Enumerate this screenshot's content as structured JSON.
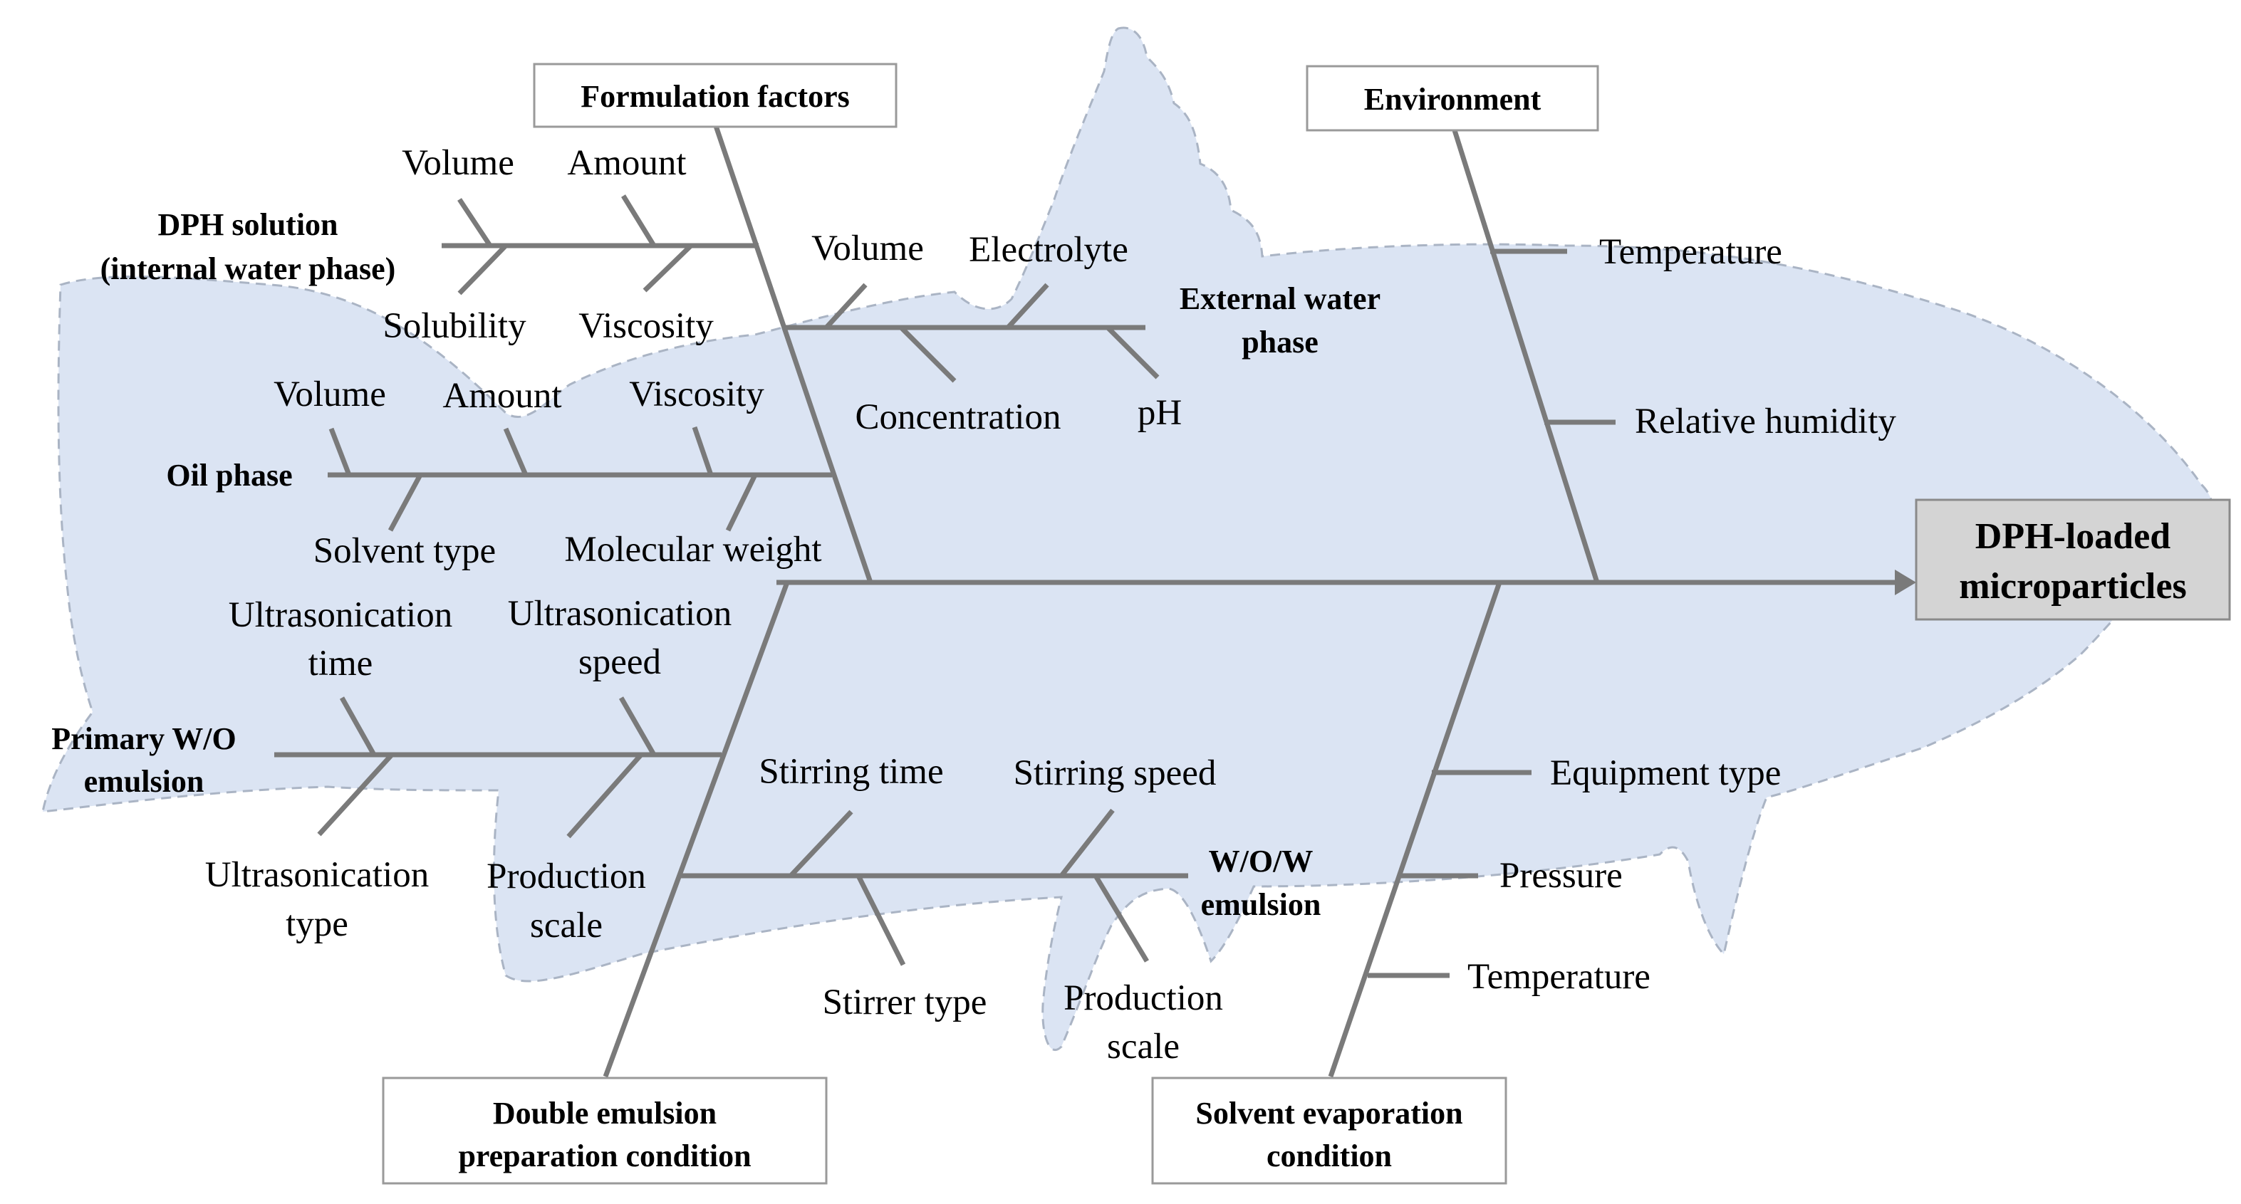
{
  "effect": {
    "line1": "DPH-loaded",
    "line2": "microparticles"
  },
  "categories": {
    "formulation": "Formulation factors",
    "environment": "Environment",
    "double_emulsion": {
      "line1": "Double emulsion",
      "line2": "preparation condition"
    },
    "solvent_evaporation": {
      "line1": "Solvent evaporation",
      "line2": "condition"
    }
  },
  "sub_branches": {
    "dph_solution": {
      "line1": "DPH solution",
      "line2": "(internal water phase)"
    },
    "external_water": {
      "line1": "External water",
      "line2": "phase"
    },
    "oil_phase": "Oil phase",
    "primary_wo": {
      "line1": "Primary W/O",
      "line2": "emulsion"
    },
    "wow": {
      "line1": "W/O/W",
      "line2": "emulsion"
    }
  },
  "factors": {
    "dph_volume": "Volume",
    "dph_amount": "Amount",
    "dph_solubility": "Solubility",
    "dph_viscosity": "Viscosity",
    "ext_volume": "Volume",
    "ext_electrolyte": "Electrolyte",
    "ext_concentration": "Concentration",
    "ext_ph": "pH",
    "oil_volume": "Volume",
    "oil_amount": "Amount",
    "oil_viscosity": "Viscosity",
    "oil_solvent_type": "Solvent type",
    "oil_molecular_weight": "Molecular weight",
    "env_temperature": "Temperature",
    "env_humidity": "Relative humidity",
    "us_time": {
      "line1": "Ultrasonication",
      "line2": "time"
    },
    "us_speed": {
      "line1": "Ultrasonication",
      "line2": "speed"
    },
    "us_type": {
      "line1": "Ultrasonication",
      "line2": "type"
    },
    "pw_production_scale": {
      "line1": "Production",
      "line2": "scale"
    },
    "stirring_time": "Stirring time",
    "stirring_speed": "Stirring speed",
    "stirrer_type": "Stirrer type",
    "wow_production_scale": {
      "line1": "Production",
      "line2": "scale"
    },
    "equipment_type": "Equipment type",
    "pressure": "Pressure",
    "se_temperature": "Temperature"
  }
}
